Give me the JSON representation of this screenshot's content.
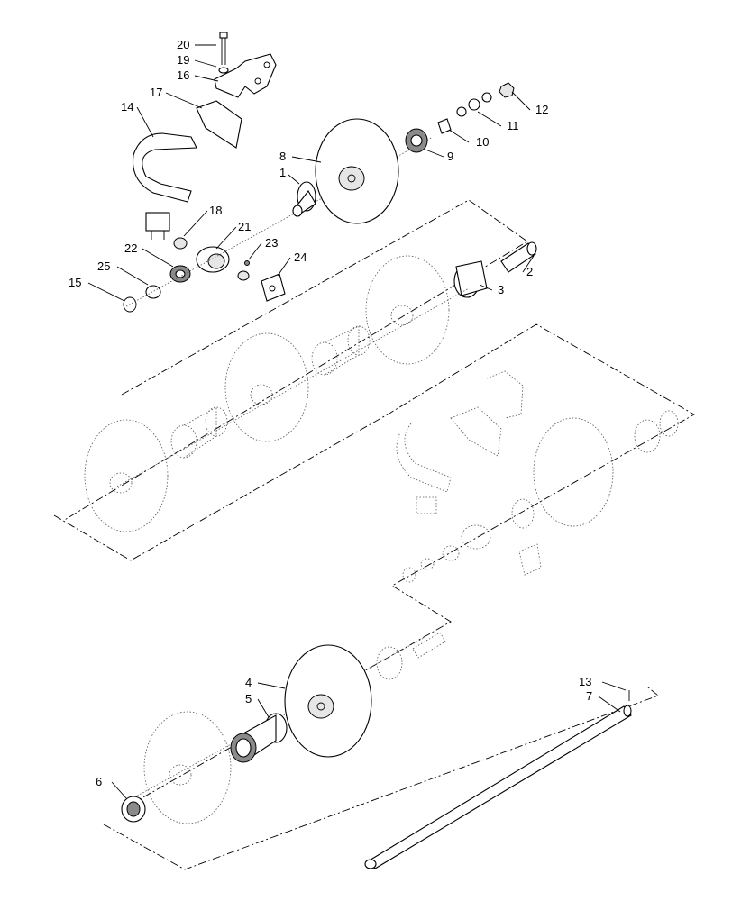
{
  "diagram": {
    "callouts": [
      {
        "id": "c20",
        "text": "20"
      },
      {
        "id": "c19",
        "text": "19"
      },
      {
        "id": "c16",
        "text": "16"
      },
      {
        "id": "c17",
        "text": "17"
      },
      {
        "id": "c14",
        "text": "14"
      },
      {
        "id": "c8",
        "text": "8"
      },
      {
        "id": "c1",
        "text": "1"
      },
      {
        "id": "c9",
        "text": "9"
      },
      {
        "id": "c10",
        "text": "10"
      },
      {
        "id": "c11",
        "text": "11"
      },
      {
        "id": "c12",
        "text": "12"
      },
      {
        "id": "c18",
        "text": "18"
      },
      {
        "id": "c21",
        "text": "21"
      },
      {
        "id": "c22",
        "text": "22"
      },
      {
        "id": "c23",
        "text": "23"
      },
      {
        "id": "c24",
        "text": "24"
      },
      {
        "id": "c25",
        "text": "25"
      },
      {
        "id": "c15",
        "text": "15"
      },
      {
        "id": "c2",
        "text": "2"
      },
      {
        "id": "c3",
        "text": "3"
      },
      {
        "id": "c4",
        "text": "4"
      },
      {
        "id": "c5",
        "text": "5"
      },
      {
        "id": "c6",
        "text": "6"
      },
      {
        "id": "c13",
        "text": "13"
      },
      {
        "id": "c7",
        "text": "7"
      }
    ]
  }
}
